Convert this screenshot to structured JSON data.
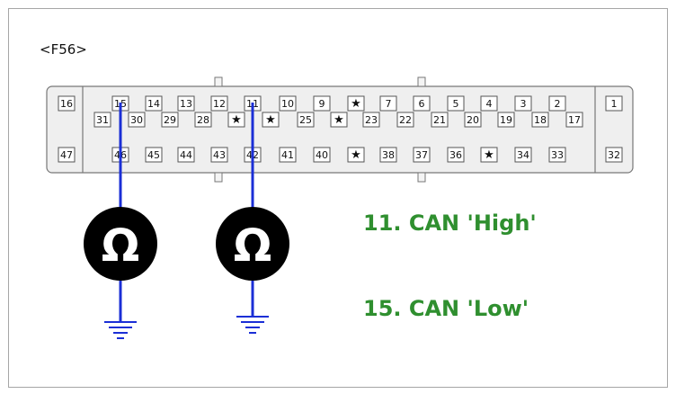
{
  "connector_id": "<F56>",
  "pins": {
    "p1": "1",
    "p2": "2",
    "p3": "3",
    "p4": "4",
    "p5": "5",
    "p6": "6",
    "p7": "7",
    "p9": "9",
    "p10": "10",
    "p11": "11",
    "p12": "12",
    "p13": "13",
    "p14": "14",
    "p15": "15",
    "p16": "16",
    "p17": "17",
    "p18": "18",
    "p19": "19",
    "p20": "20",
    "p21": "21",
    "p22": "22",
    "p23": "23",
    "p25": "25",
    "p28": "28",
    "p29": "29",
    "p30": "30",
    "p31": "31",
    "p32": "32",
    "p33": "33",
    "p34": "34",
    "p36": "36",
    "p37": "37",
    "p38": "38",
    "p40": "40",
    "p41": "41",
    "p42": "42",
    "p43": "43",
    "p44": "44",
    "p45": "45",
    "p46": "46",
    "p47": "47"
  },
  "unused_pin_mark": "★",
  "meter_symbol": "Ω",
  "legend": {
    "line1": "11. CAN 'High'",
    "line2": "15. CAN 'Low'"
  },
  "colors": {
    "probe_wire": "#1b2fd6",
    "legend_text": "#2f8f2f",
    "meter_fill": "#000000"
  }
}
